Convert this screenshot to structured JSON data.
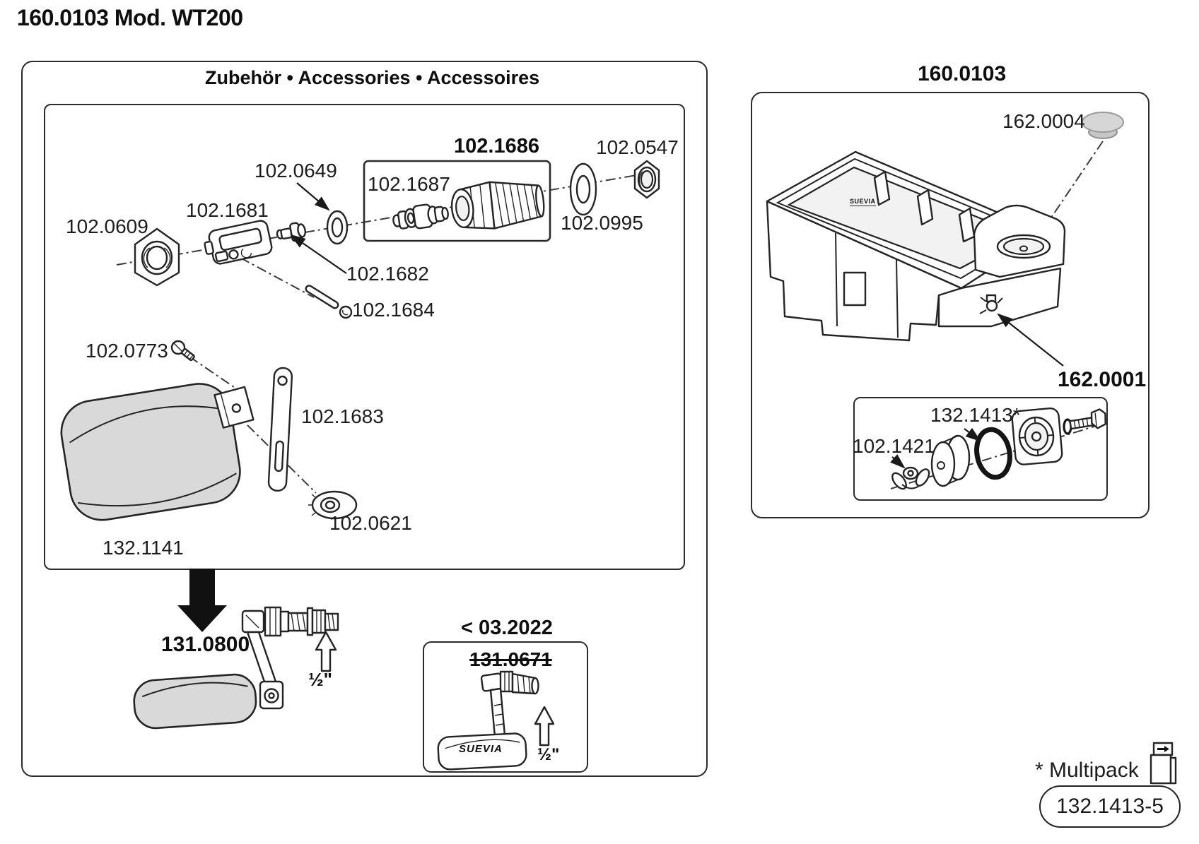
{
  "page_title": "160.0103 Mod. WT200",
  "accessories_panel": {
    "header": "Zubehör • Accessories • Accessoires",
    "labels": {
      "p102_0609": "102.0609",
      "p102_1681": "102.1681",
      "p102_0649": "102.0649",
      "p102_1686": "102.1686",
      "p102_1687": "102.1687",
      "p102_0547": "102.0547",
      "p102_0995": "102.0995",
      "p102_1682": "102.1682",
      "p102_1684": "102.1684",
      "p102_0773": "102.0773",
      "p102_1683": "102.1683",
      "p102_0621": "102.0621",
      "p132_1141": "132.1141"
    },
    "replacement_valve": {
      "part": "131.0800",
      "connection_size": "½\""
    },
    "old_valve": {
      "validity": "< 03.2022",
      "part": "131.0671",
      "brand": "SUEVIA",
      "connection_size": "½\""
    }
  },
  "trough_panel": {
    "title": "160.0103",
    "brand": "SUEVIA",
    "labels": {
      "p162_0004": "162.0004",
      "p162_0001": "162.0001",
      "p132_1413": "132.1413*",
      "p102_1421": "102.1421"
    }
  },
  "footer": {
    "multipack_note": "* Multipack",
    "multipack_part": "132.1413-5"
  }
}
